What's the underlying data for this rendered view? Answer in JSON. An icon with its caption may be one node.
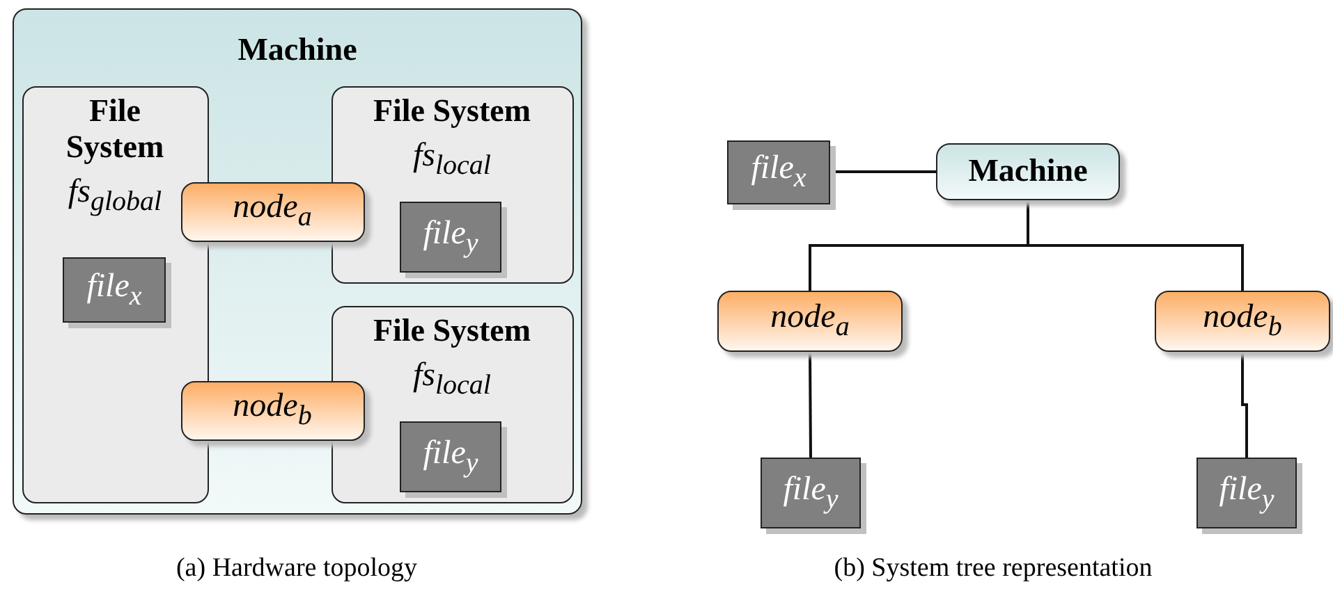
{
  "diagram": {
    "nodes": [
      {
        "text": [
          "Machine"
        ]
      },
      {
        "text": [
          "File System",
          "fs$_{global}$"
        ],
        "in": 0
      },
      {
        "text": [
          "file$_{x}$"
        ],
        "in": 1
      },
      {
        "text": [
          "node$_{a}$"
        ],
        "in": 0
      },
      {
        "text": [
          "File System",
          "fs$_{local}$"
        ],
        "in": 0
      },
      {
        "text": [
          "file$_{y}$"
        ],
        "in": 4
      },
      {
        "text": [
          "File System",
          "fs$_{local}$"
        ],
        "in": 0
      },
      {
        "text": [
          "file$_{y}$"
        ],
        "in": 6
      },
      {
        "text": [
          "node$_{b}$"
        ],
        "in": 0
      },
      {
        "text": [
          "file$_{x}$"
        ]
      },
      {
        "text": [
          "Machine"
        ]
      },
      {
        "text": [
          "node$_{a}$"
        ]
      },
      {
        "text": [
          "node$_{b}$"
        ]
      },
      {
        "text": [
          "file$_{y}$"
        ]
      },
      {
        "text": [
          "file$_{y}$"
        ]
      }
    ],
    "edges": [
      {
        "from": 9,
        "to": 10,
        "arrow": "none"
      },
      {
        "from": 10,
        "to": 11,
        "arrow": "none"
      },
      {
        "from": 10,
        "to": 12,
        "arrow": "none"
      },
      {
        "from": 11,
        "to": 13,
        "arrow": "none"
      },
      {
        "from": 12,
        "to": 14,
        "arrow": "none"
      }
    ],
    "labels": [
      "(a) Hardware topology",
      "(b) System tree representation"
    ]
  }
}
